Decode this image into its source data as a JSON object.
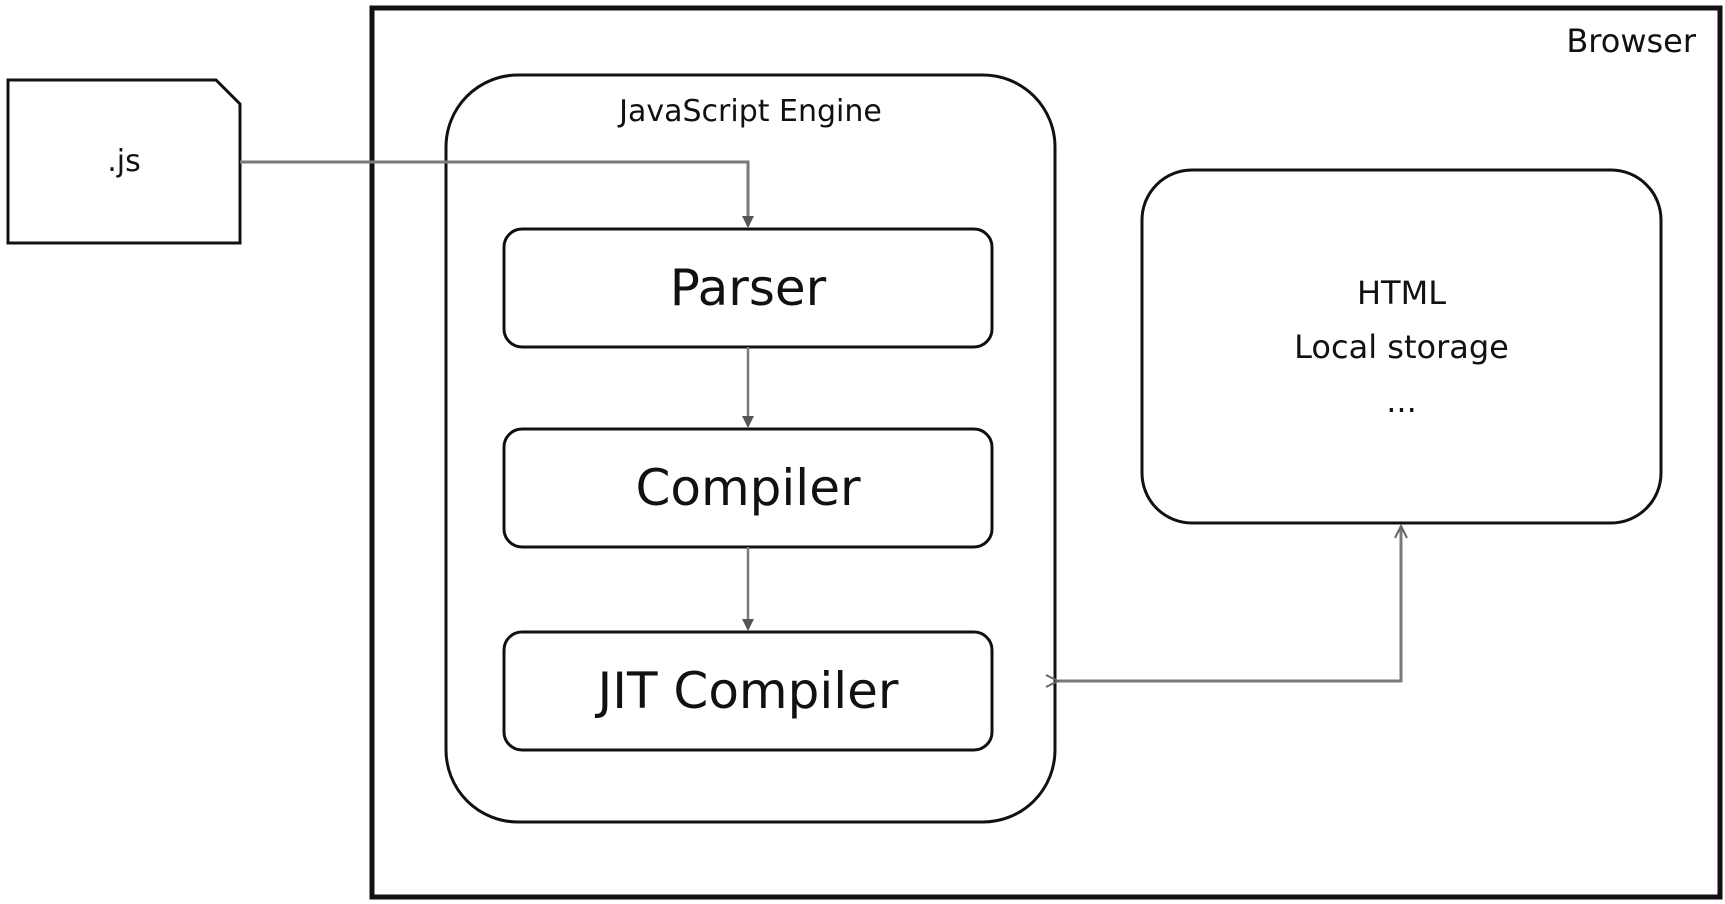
{
  "browser": {
    "label": "Browser"
  },
  "source_file": {
    "label": ".js"
  },
  "engine": {
    "label": "JavaScript Engine",
    "stages": [
      {
        "label": "Parser"
      },
      {
        "label": "Compiler"
      },
      {
        "label": "JIT Compiler"
      }
    ]
  },
  "browser_apis": {
    "lines": [
      "HTML",
      "Local storage",
      "..."
    ]
  },
  "colors": {
    "outline": "#111111",
    "arrow": "#7a7a7a",
    "background": "#ffffff"
  }
}
